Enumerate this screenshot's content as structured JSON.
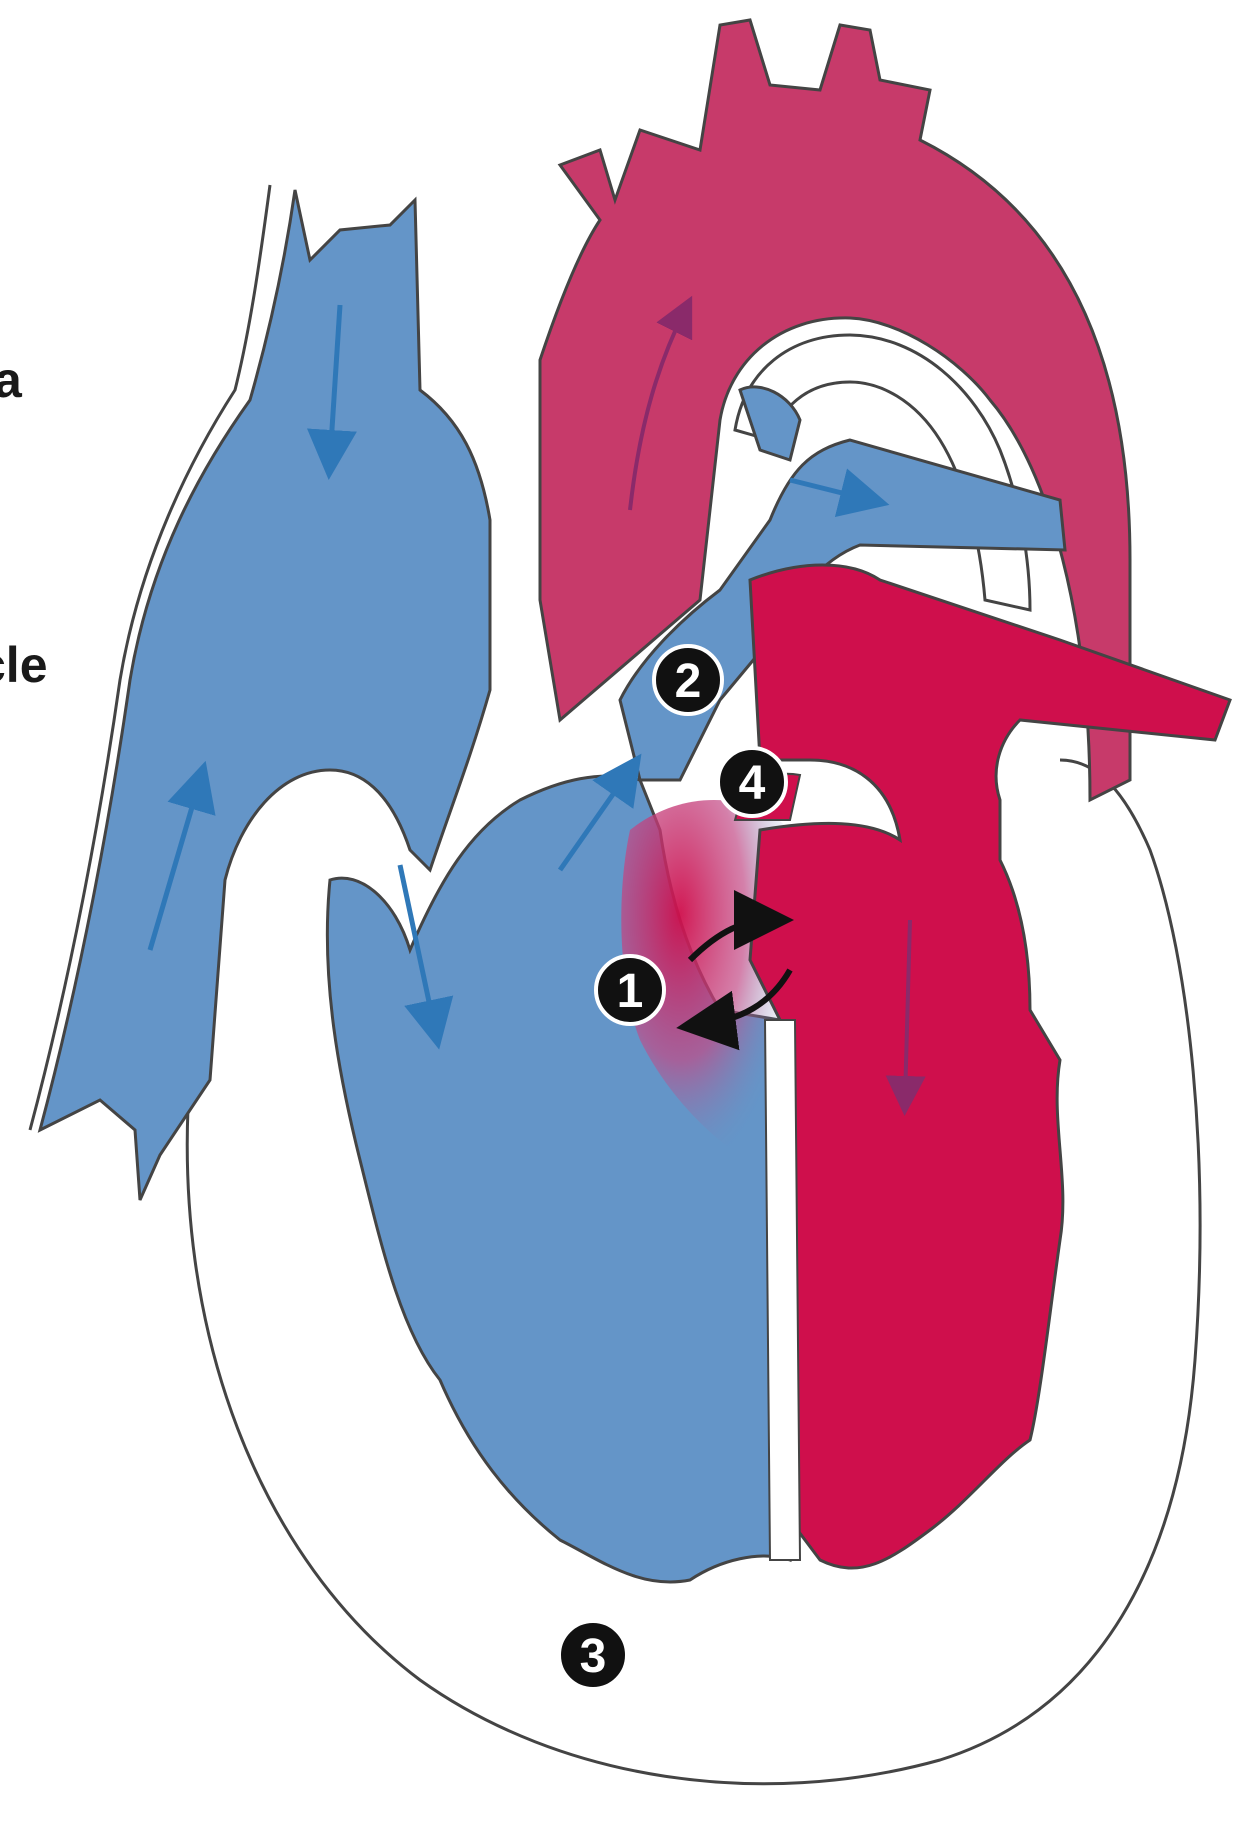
{
  "figure": {
    "edge_labels": [
      "a",
      "cle"
    ],
    "markers": [
      {
        "id": "marker-1",
        "text": "1"
      },
      {
        "id": "marker-2",
        "text": "2"
      },
      {
        "id": "marker-3",
        "text": "3"
      },
      {
        "id": "marker-4",
        "text": "4"
      }
    ],
    "colors": {
      "deoxygenated": "#6495c8",
      "oxygenated_ventricle": "#cf0f4c",
      "aorta": "#c73a6a",
      "outline": "#444444",
      "marker": "#111111"
    }
  }
}
